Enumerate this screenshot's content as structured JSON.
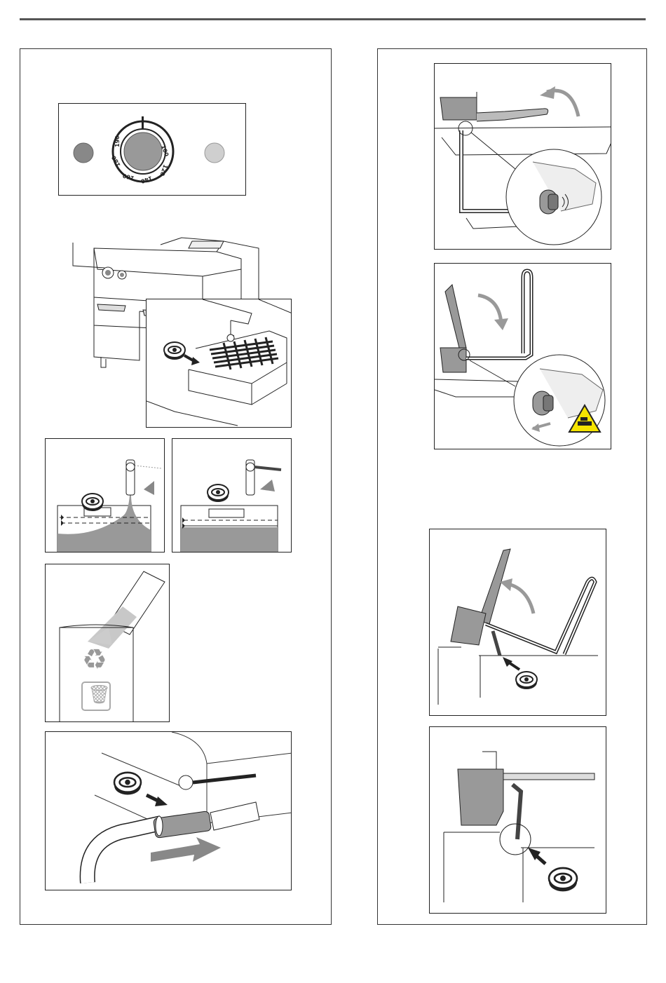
{
  "dial": {
    "labels": [
      "100",
      "120",
      "140",
      "160",
      "180",
      "190"
    ]
  },
  "icons": {
    "inspect": "eye-icon",
    "recycle": "recycle-icon",
    "bin": "waste-bin-icon",
    "warning": "crush-hazard-warning-icon"
  },
  "colors": {
    "line": "#222222",
    "grey_fill": "#9a9a9a",
    "light_grey": "#c8c8c8",
    "warning_yellow": "#f5e400"
  }
}
